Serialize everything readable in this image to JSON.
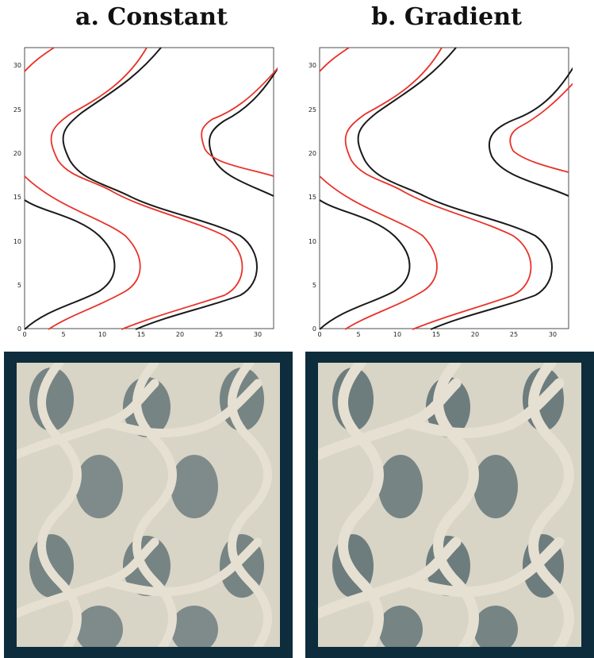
{
  "panels": [
    {
      "title": "a. Constant",
      "x_ticks": [
        "0",
        "5",
        "10",
        "15",
        "20",
        "25",
        "30"
      ],
      "y_ticks": [
        "0",
        "5",
        "10",
        "15",
        "20",
        "25",
        "30"
      ]
    },
    {
      "title": "b. Gradient",
      "x_ticks": [
        "0",
        "5",
        "10",
        "15",
        "20",
        "25",
        "30"
      ],
      "y_ticks": [
        "0",
        "5",
        "10",
        "15",
        "20",
        "25",
        "30"
      ]
    }
  ],
  "colors": {
    "outer_contour": "#1a1a1a",
    "inner_contour": "#e8322a",
    "render_frame": "#0d2d3c",
    "render_light": "#e6e0d2",
    "render_dark": "#26424e"
  }
}
